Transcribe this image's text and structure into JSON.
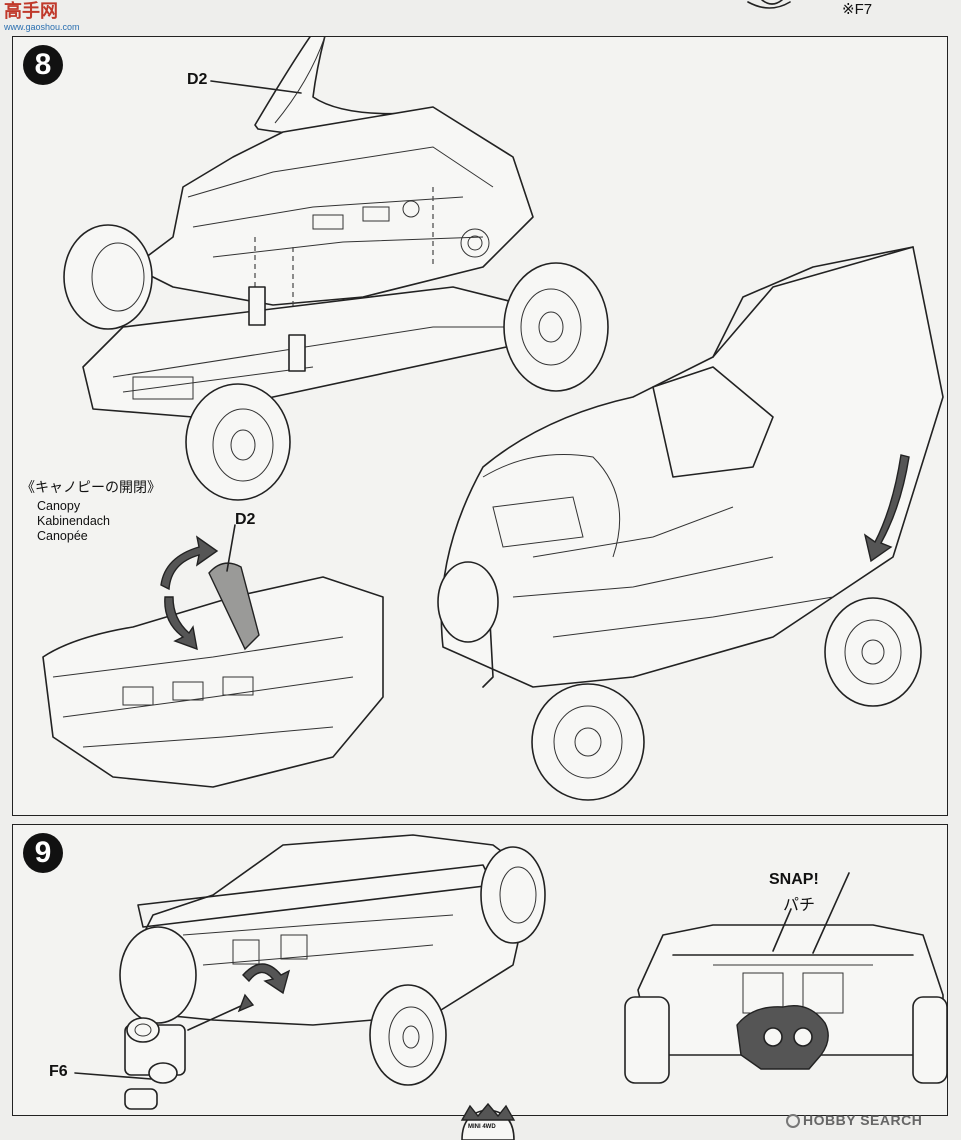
{
  "header": {
    "site_logo_text": "高手网",
    "site_url": "www.gaoshou.com",
    "ref_part": "※F7"
  },
  "step8": {
    "number": "8",
    "part_label_top": "D2",
    "canopy_title": "《キャノピーの開閉》",
    "canopy_en": "Canopy",
    "canopy_de": "Kabinendach",
    "canopy_fr": "Canopée",
    "part_label_detail": "D2"
  },
  "step9": {
    "number": "9",
    "part_label": "F6",
    "snap_en": "SNAP!",
    "snap_jp": "パチ"
  },
  "footer": {
    "mascot_text": "MINI 4WD",
    "watermark": "HOBBY SEARCH"
  },
  "colors": {
    "ink": "#111111",
    "paper": "#eeeeec",
    "gray_fill": "#9a9a98",
    "dark_fill": "#555555"
  }
}
